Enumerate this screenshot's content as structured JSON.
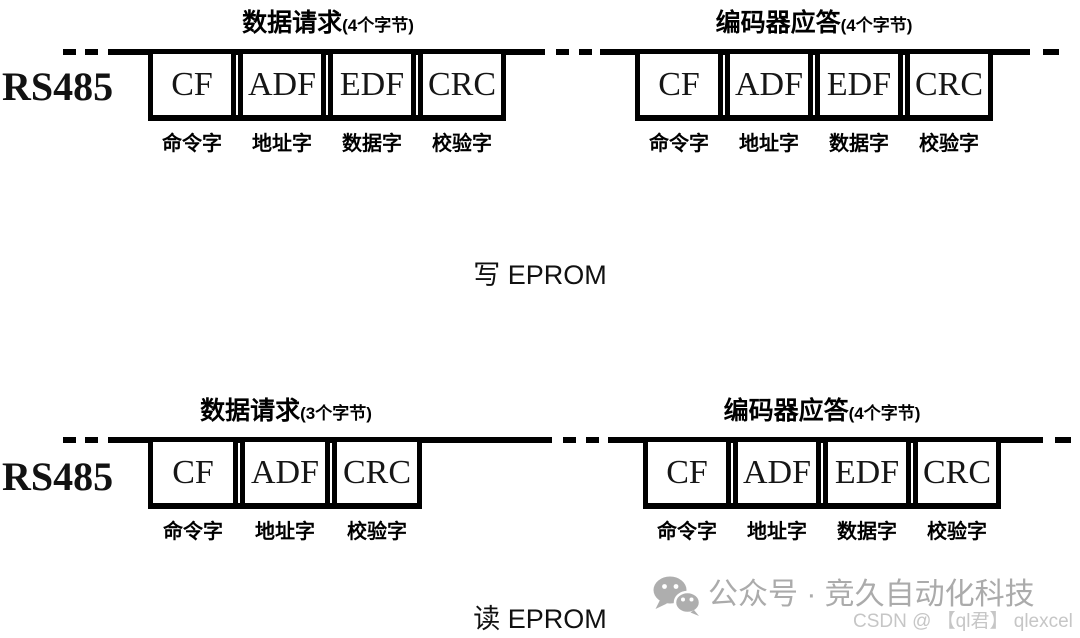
{
  "colors": {
    "line": "#000000",
    "box_text": "#161616",
    "background": "#ffffff",
    "watermark_account": "#ababab",
    "watermark_csdn": "#c6c6c6"
  },
  "diagrams": [
    {
      "name": "write-eprom",
      "bus_label": "RS485",
      "caption": "写 EPROM",
      "request": {
        "title": "数据请求",
        "bytes": "(4个字节)",
        "fields": [
          {
            "code": "CF",
            "label": "命令字"
          },
          {
            "code": "ADF",
            "label": "地址字"
          },
          {
            "code": "EDF",
            "label": "数据字"
          },
          {
            "code": "CRC",
            "label": "校验字"
          }
        ]
      },
      "response": {
        "title": "编码器应答",
        "bytes": "(4个字节)",
        "fields": [
          {
            "code": "CF",
            "label": "命令字"
          },
          {
            "code": "ADF",
            "label": "地址字"
          },
          {
            "code": "EDF",
            "label": "数据字"
          },
          {
            "code": "CRC",
            "label": "校验字"
          }
        ]
      }
    },
    {
      "name": "read-eprom",
      "bus_label": "RS485",
      "caption": "读 EPROM",
      "request": {
        "title": "数据请求",
        "bytes": "(3个字节)",
        "fields": [
          {
            "code": "CF",
            "label": "命令字"
          },
          {
            "code": "ADF",
            "label": "地址字"
          },
          {
            "code": "CRC",
            "label": "校验字"
          }
        ]
      },
      "response": {
        "title": "编码器应答",
        "bytes": "(4个字节)",
        "fields": [
          {
            "code": "CF",
            "label": "命令字"
          },
          {
            "code": "ADF",
            "label": "地址字"
          },
          {
            "code": "EDF",
            "label": "数据字"
          },
          {
            "code": "CRC",
            "label": "校验字"
          }
        ]
      }
    }
  ],
  "watermark": {
    "icon": "wechat-icon",
    "account_text": "公众号 · 竞久自动化科技",
    "csdn_text": "CSDN @ 【ql君】 qlexcel"
  }
}
